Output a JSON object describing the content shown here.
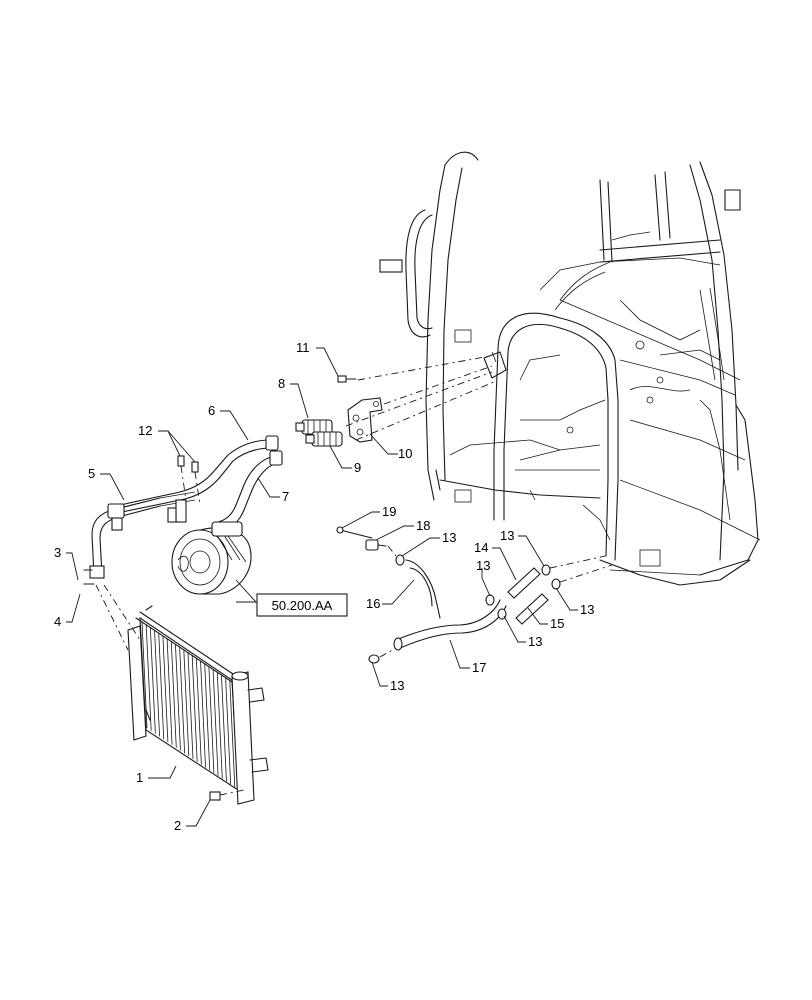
{
  "diagram": {
    "reference_box": "50.200.AA",
    "callouts": {
      "c1": "1",
      "c2": "2",
      "c3": "3",
      "c4": "4",
      "c5": "5",
      "c6": "6",
      "c7": "7",
      "c8": "8",
      "c9": "9",
      "c10": "10",
      "c11": "11",
      "c12": "12",
      "c13a": "13",
      "c13b": "13",
      "c13c": "13",
      "c13d": "13",
      "c13e": "13",
      "c13f": "13",
      "c14": "14",
      "c15": "15",
      "c16": "16",
      "c17": "17",
      "c18": "18",
      "c19": "19"
    }
  }
}
